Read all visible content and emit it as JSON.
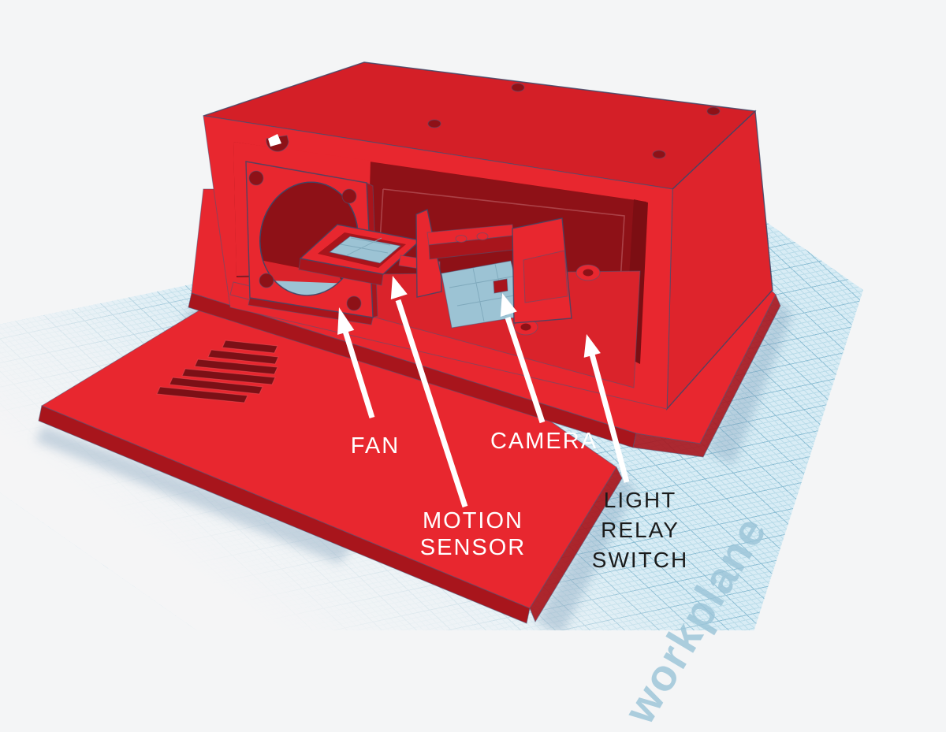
{
  "viewport": {
    "watermark": "workplane"
  },
  "annotations": [
    {
      "id": "fan",
      "lines": [
        "FAN"
      ],
      "text_color": "#ffffff"
    },
    {
      "id": "motion-sensor",
      "lines": [
        "MOTION",
        "SENSOR"
      ],
      "text_color": "#ffffff"
    },
    {
      "id": "camera",
      "lines": [
        "CAMERA"
      ],
      "text_color": "#ffffff"
    },
    {
      "id": "light-relay-switch",
      "lines": [
        "LIGHT",
        "RELAY",
        "SWITCH"
      ],
      "text_color": "#1b1b1b"
    }
  ],
  "colors": {
    "background": "#f4f5f6",
    "grid_fill": "#d8ecf5",
    "grid_minor": "#badce9",
    "grid_major": "#8fc0d5",
    "grid_hole_fill": "#9cc3d4",
    "grid_hole_line": "#7fa9bc",
    "watermark": "#9ac4d8",
    "red_bright": "#e8272f",
    "red_top": "#d41f27",
    "red_right": "#de242c",
    "red_floor": "#da232b",
    "red_interior": "#8e1117",
    "red_interior_dark": "#7c0e13",
    "red_side": "#a8151c",
    "red_slot": "#7c1016",
    "groove": "#c26a70",
    "shadow": "#7d9fb8",
    "arrow": "#ffffff",
    "label_light": "#ffffff",
    "label_dark": "#1b1b1b"
  }
}
